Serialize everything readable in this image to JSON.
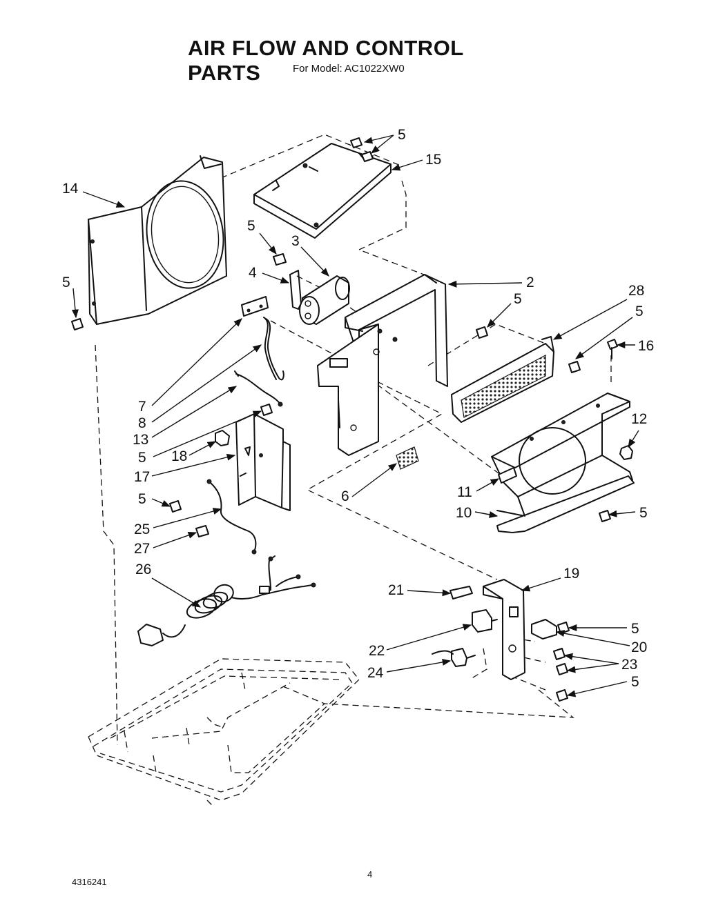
{
  "header": {
    "title": "AIR FLOW AND CONTROL PARTS",
    "subtitle": "For Model: AC1022XW0"
  },
  "footer": {
    "doc_number": "4316241",
    "page_number": "4"
  },
  "callouts": {
    "c5a": "5",
    "c15": "15",
    "c14": "14",
    "c5b": "5",
    "c3": "3",
    "c4": "4",
    "c5c": "5",
    "c2": "2",
    "c5d": "5",
    "c28": "28",
    "c5e": "5",
    "c16": "16",
    "c7": "7",
    "c8": "8",
    "c13": "13",
    "c5f": "5",
    "c18": "18",
    "c17": "17",
    "c12": "12",
    "c6": "6",
    "c11": "11",
    "c5g": "5",
    "c10": "10",
    "c5h": "5",
    "c25": "25",
    "c27": "27",
    "c26": "26",
    "c19": "19",
    "c21": "21",
    "c5i": "5",
    "c22": "22",
    "c20": "20",
    "c23": "23",
    "c24": "24",
    "c5j": "5"
  }
}
